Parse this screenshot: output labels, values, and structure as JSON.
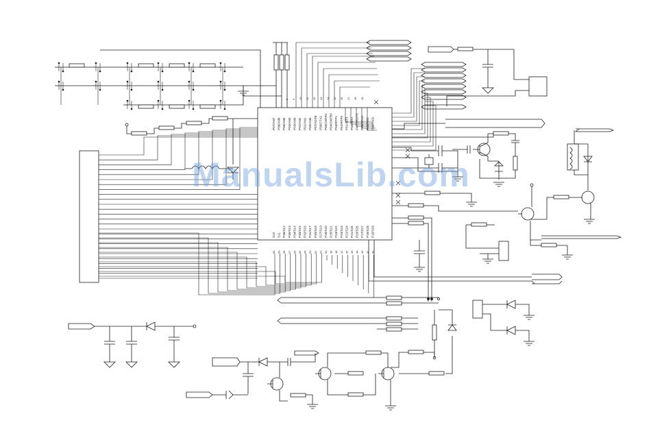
{
  "watermark": "ManualsLib.com",
  "mcu": {
    "top_pins": [
      "P07/AN7",
      "P06/AN6",
      "P05/AN5",
      "P04/AN4",
      "P03/AN3",
      "P02/AN2",
      "P01/AN1",
      "P00/AN0",
      "P57/ADTE",
      "P56/CTX1",
      "P55/CNTR1",
      "P54/CNTR0",
      "P53/RTP1",
      "P52/RTP0",
      "P51/INT3",
      "P50/INT2",
      "P47/SRDY0",
      "P46/SCLK",
      "P45/TXD",
      "P44/RXD"
    ],
    "top_nums": [
      "8",
      "9",
      "10",
      "11",
      "12",
      "13",
      "14",
      "15",
      "16",
      "17",
      "18",
      "19"
    ],
    "bottom_pins": [
      "S10",
      "S11",
      "P36/S12",
      "P35/S13",
      "P34/S14",
      "P33/S15",
      "P32/S16",
      "P31/S17",
      "P30/S18",
      "P27/S19",
      "P26/S20",
      "P25/S21",
      "P24/S22",
      "P23/S23",
      "P22/S24",
      "P21/S25",
      "P20/S26",
      "P17/S27",
      "P16/S28",
      "P15/S29"
    ],
    "bottom_nums": [
      "60",
      "59",
      "58",
      "57",
      "56",
      "55",
      "54",
      "53",
      "52",
      "51",
      "50",
      "49",
      "48",
      "47",
      "46",
      "45",
      "44",
      "43",
      "42",
      "41"
    ]
  },
  "colors": {
    "ink": "#1a1a1a",
    "watermark": "#6ea0dc"
  }
}
